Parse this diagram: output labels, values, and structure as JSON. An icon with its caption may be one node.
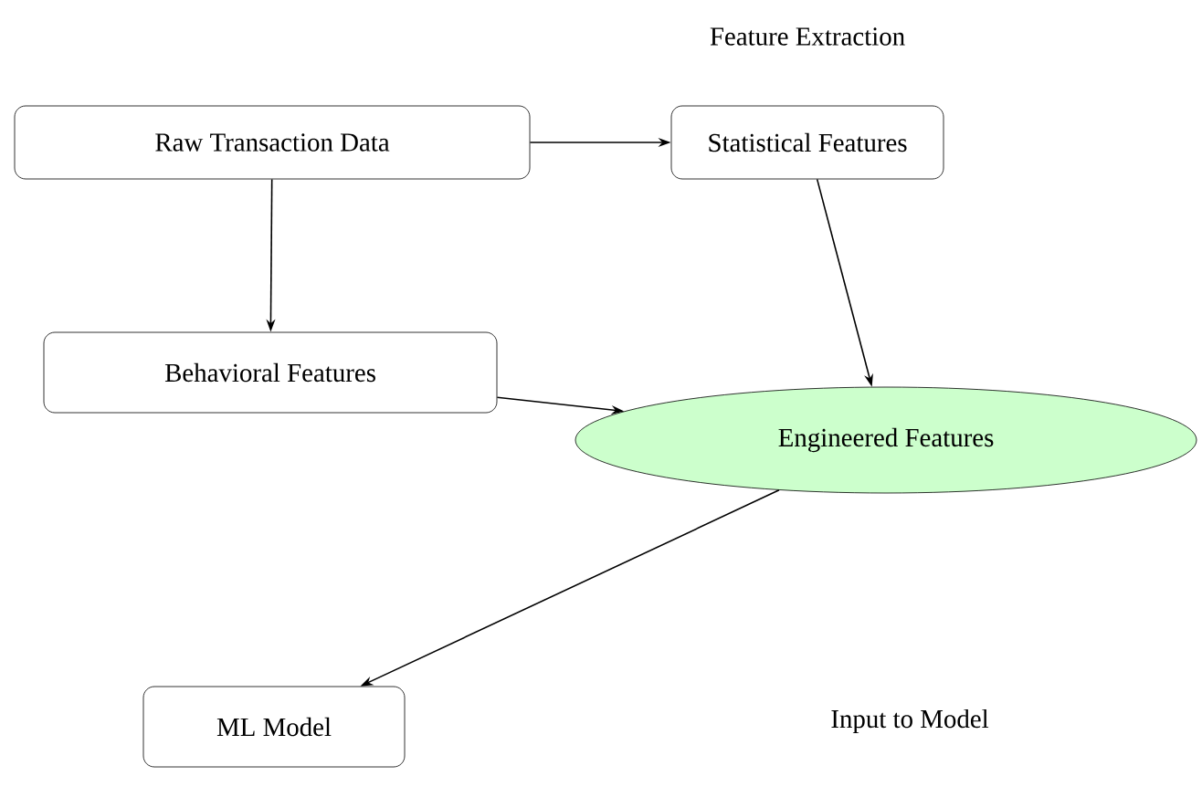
{
  "diagram": {
    "nodes": [
      {
        "text": [
          "Raw Transaction Data"
        ]
      },
      {
        "text": [
          "Statistical Features"
        ]
      },
      {
        "text": [
          "Behavioral Features"
        ]
      },
      {
        "text": [
          "Engineered Features"
        ]
      },
      {
        "text": [
          "ML Model"
        ]
      }
    ],
    "edges": [
      {
        "from": 0,
        "to": 1,
        "arrow": "to"
      },
      {
        "from": 0,
        "to": 2,
        "arrow": "to"
      },
      {
        "from": 1,
        "to": 3,
        "arrow": "to"
      },
      {
        "from": 2,
        "to": 3,
        "arrow": "to"
      },
      {
        "from": 3,
        "to": 4,
        "arrow": "to"
      }
    ],
    "labels": [
      "Feature Extraction",
      "Input to Model"
    ]
  }
}
